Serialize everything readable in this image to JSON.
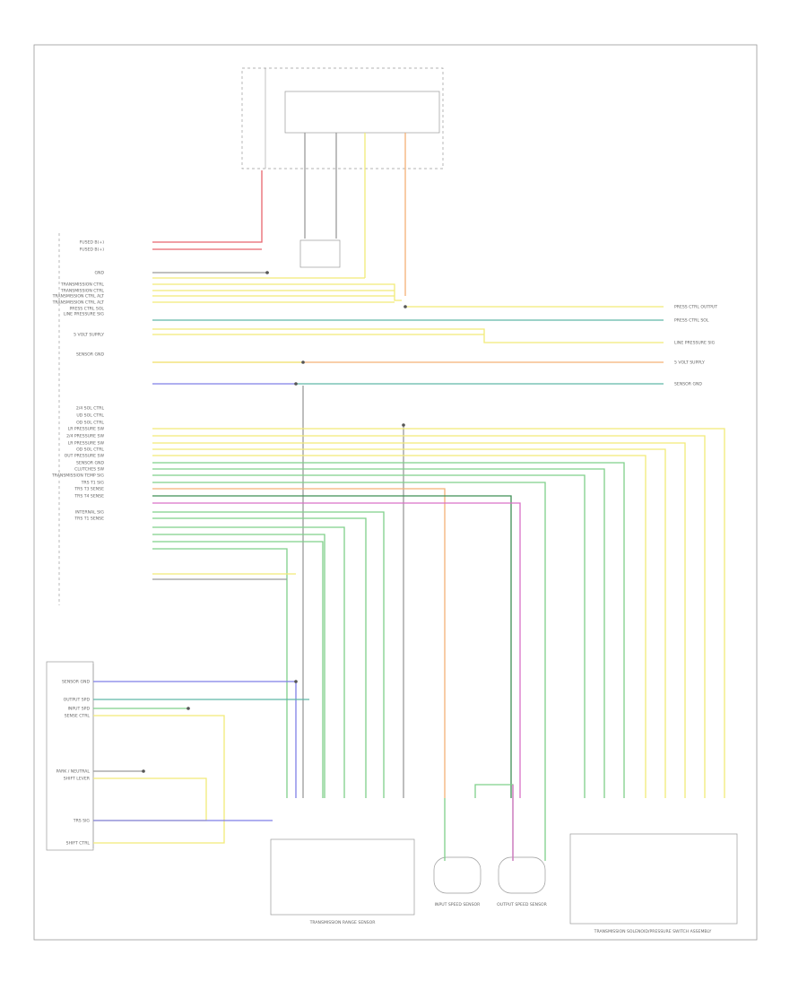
{
  "connector_labels": {
    "left_main": [
      "FUSED B(+)",
      "FUSED B(+)",
      "GND",
      "TRANSMISSION CTRL",
      "TRANSMISSION CTRL",
      "TRANSMISSION CTRL ALT",
      "TRANSMISSION CTRL ALT",
      "PRESS CTRL SOL",
      "LINE PRESSURE SIG",
      "5 VOLT SUPPLY",
      "SENSOR GND",
      "2/4 SOL CTRL",
      "UD SOL CTRL",
      "OD SOL CTRL",
      "LR PRESSURE SW",
      "2/4 PRESSURE SW",
      "LR PRESSURE SW",
      "OD SOL CTRL",
      "OUT PRESSURE SW",
      "SENSOR GND",
      "CLUTCHES SW",
      "TRANSMISSION TEMP SIG",
      "TRS T1 SIG",
      "TRS T3 SENSE",
      "TRS T4 SENSE",
      "INTERNAL SIG",
      "TRS T1 SENSE"
    ],
    "left_lower": [
      "SENSOR GND",
      "OUTPUT SPD",
      "INPUT SPD",
      "SENSE CTRL",
      "PARK / NEUTRAL",
      "SHIFT LEVER",
      "TRS SIG",
      "SHIFT CTRL"
    ],
    "right_side": [
      "PRESS CTRL OUTPUT",
      "PRESS CTRL SOL",
      "LINE PRESSURE SIG",
      "5 VOLT SUPPLY",
      "SENSOR GND"
    ],
    "bottom_connectors": [
      "TRANSMISSION RANGE SENSOR",
      "INPUT SPEED SENSOR",
      "OUTPUT SPEED SENSOR",
      "TRANSMISSION SOLENOID/PRESSURE SWITCH ASSEMBLY"
    ]
  },
  "colors": {
    "red": "#e8656d",
    "yellow": "#f2ea78",
    "orange": "#f5b176",
    "green": "#7fd08a",
    "teal": "#5fb7a8",
    "blue": "#7f7fe6",
    "pink": "#d970c6",
    "darkgreen": "#3e8f55",
    "gray": "#9a9a9a"
  }
}
